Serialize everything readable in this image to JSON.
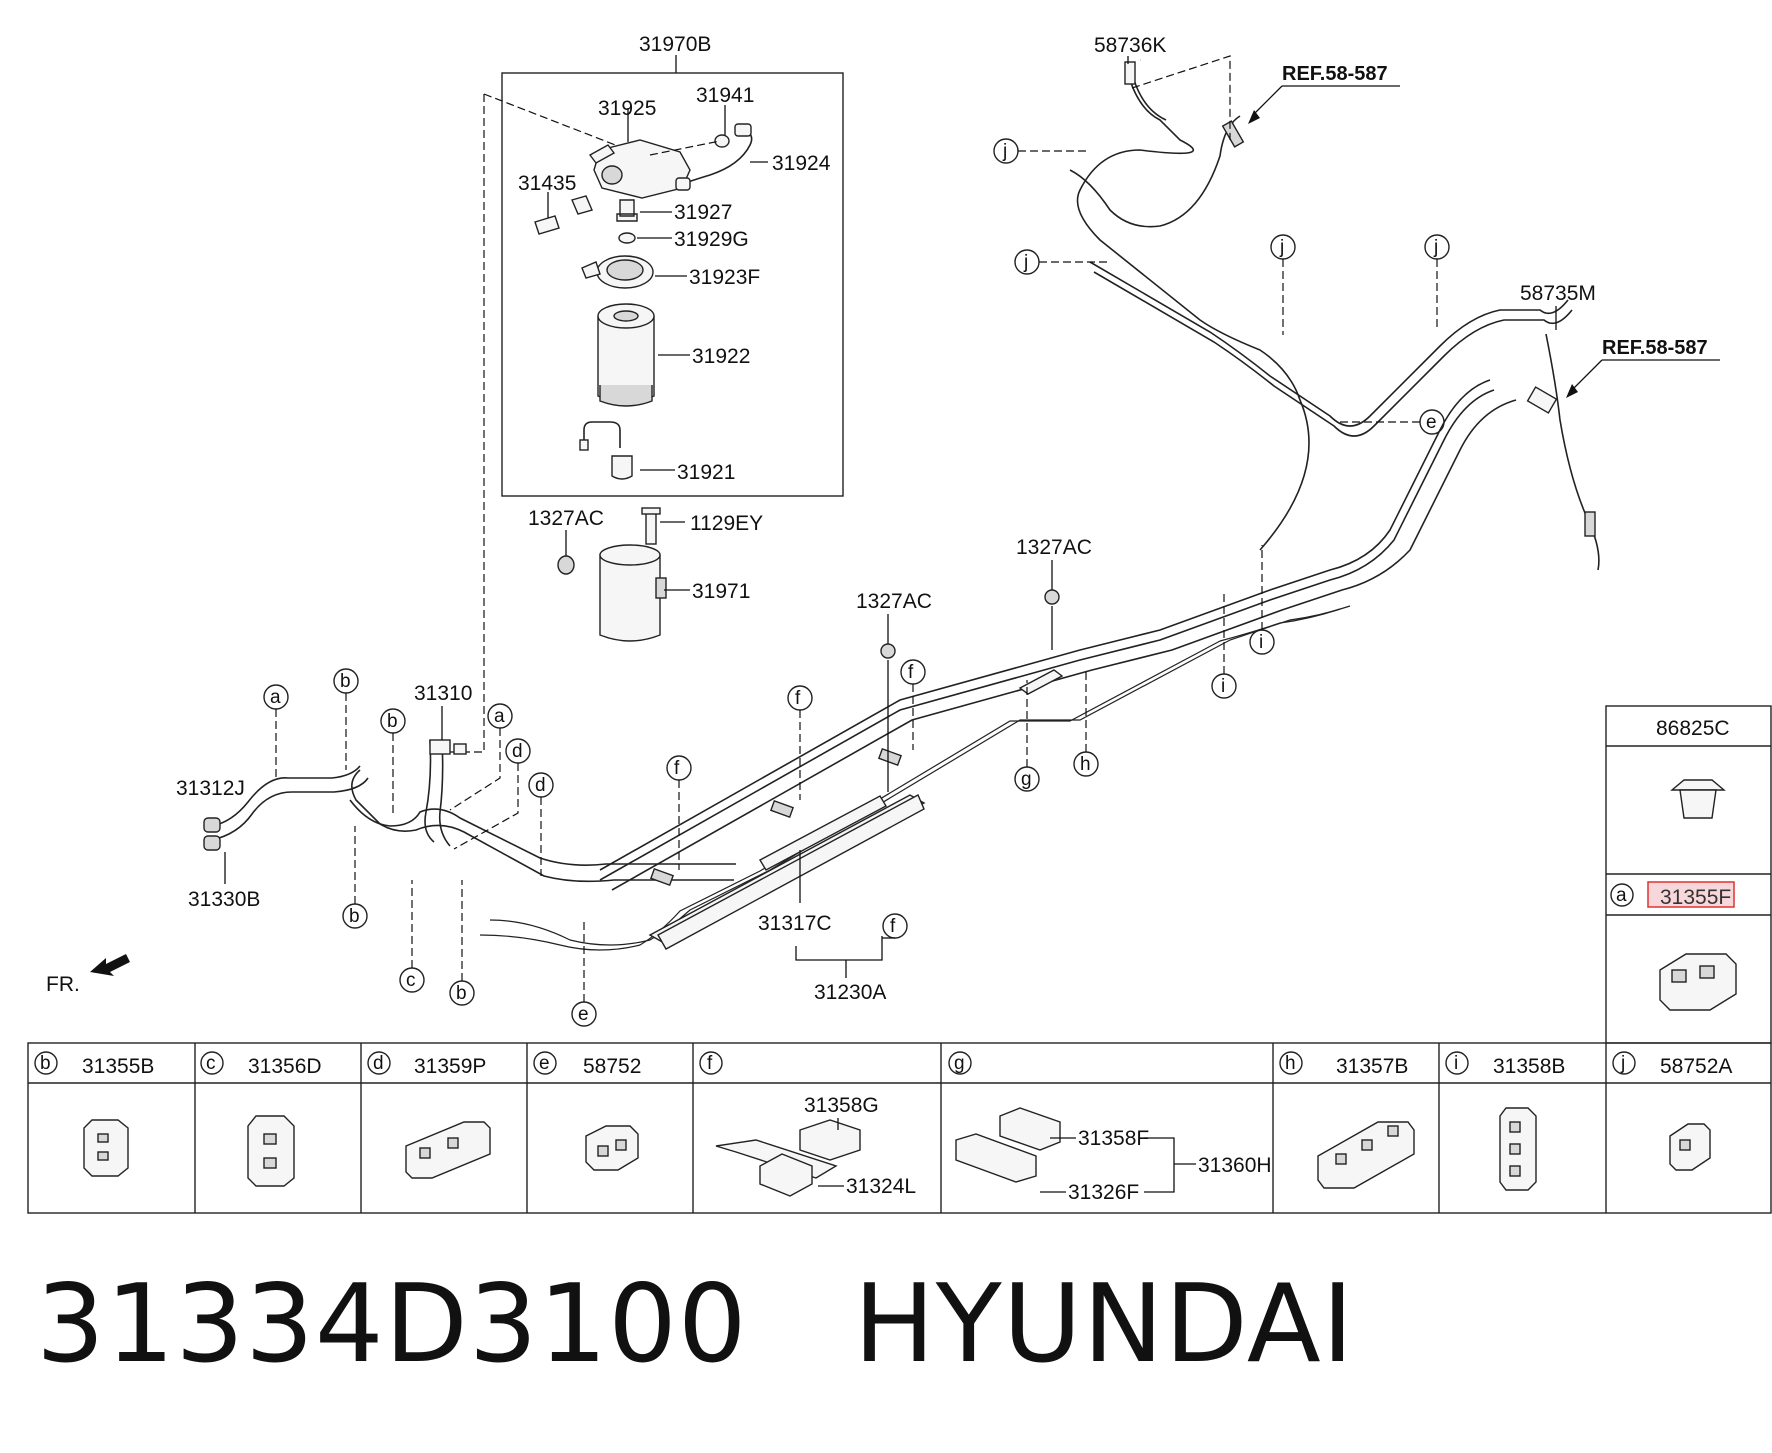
{
  "assembly": {
    "filter_box_label": "31970B",
    "filter_parts": [
      "31925",
      "31941",
      "31924",
      "31435",
      "31927",
      "31929G",
      "31923F",
      "31922",
      "31921"
    ],
    "bracket_parts": [
      "1327AC",
      "1129EY",
      "31971"
    ]
  },
  "main_labels": {
    "l1327ac_mid": "1327AC",
    "l1327ac_right": "1327AC",
    "l31310": "31310",
    "l31312j": "31312J",
    "l31330b": "31330B",
    "l31317c": "31317C",
    "l31230a": "31230A",
    "l58736k": "58736K",
    "l58735m": "58735M",
    "ref1": "REF.58-587",
    "ref2": "REF.58-587",
    "front": "FR."
  },
  "clip_letters": {
    "a": "a",
    "b": "b",
    "c": "c",
    "d": "d",
    "e": "e",
    "f": "f",
    "g": "g",
    "h": "h",
    "i": "i",
    "j": "j"
  },
  "side_table": {
    "top_part": "86825C",
    "a_letter": "a",
    "a_part": "31355F"
  },
  "bottom_table": [
    {
      "letter": "b",
      "part": "31355B"
    },
    {
      "letter": "c",
      "part": "31356D"
    },
    {
      "letter": "d",
      "part": "31359P"
    },
    {
      "letter": "e",
      "part": "58752"
    },
    {
      "letter": "f",
      "part": ""
    },
    {
      "letter": "g",
      "part": ""
    },
    {
      "letter": "h",
      "part": "31357B"
    },
    {
      "letter": "i",
      "part": "31358B"
    },
    {
      "letter": "j",
      "part": "58752A"
    }
  ],
  "f_cell": {
    "p1": "31358G",
    "p2": "31324L"
  },
  "g_cell": {
    "p1": "31358F",
    "p2": "31326F",
    "p3": "31360H"
  },
  "caption": {
    "part_number": "31334D3100",
    "brand": "HYUNDAI"
  }
}
